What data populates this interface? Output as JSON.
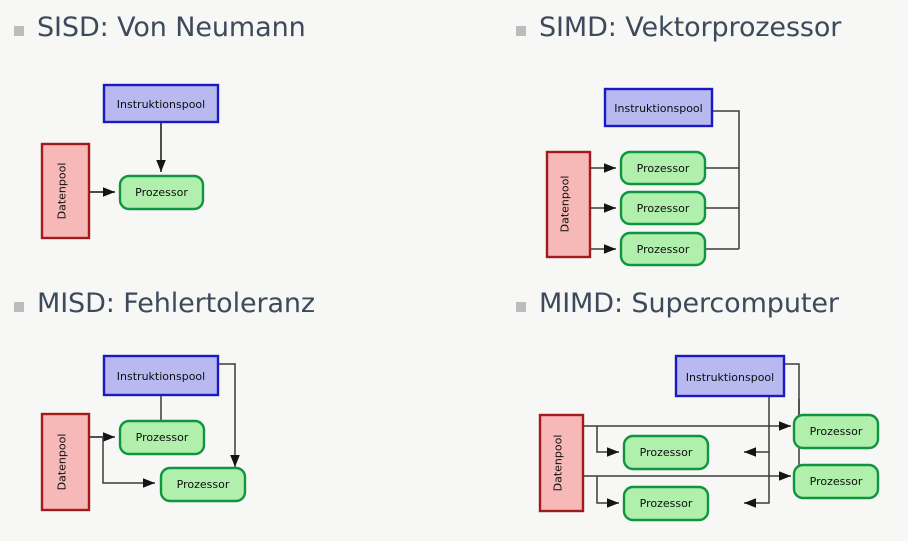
{
  "slide": {
    "background_color": "#f7f7f5",
    "heading_color": "#3d4a5c",
    "bullet_color": "#bcbcbc"
  },
  "palette": {
    "instruction_fill": "#b9b9f2",
    "instruction_border": "#1a1ac4",
    "data_fill": "#f7b8b8",
    "data_border": "#a01b1b",
    "processor_fill": "#b1f0ac",
    "processor_border": "#0f9442",
    "wire": "#3b3b3b"
  },
  "labels": {
    "instruction_pool": "Instruktionspool",
    "data_pool": "Datenpool",
    "processor": "Prozessor"
  },
  "quadrants": [
    {
      "id": "sisd",
      "heading": "SISD: Von Neumann",
      "instruction_pools": 1,
      "data_pools": 1,
      "processors": 1
    },
    {
      "id": "simd",
      "heading": "SIMD: Vektorprozessor",
      "instruction_pools": 1,
      "data_pools": 1,
      "processors": 3
    },
    {
      "id": "misd",
      "heading": "MISD: Fehlertoleranz",
      "instruction_pools": 1,
      "data_pools": 1,
      "processors": 2
    },
    {
      "id": "mimd",
      "heading": "MIMD: Supercomputer",
      "instruction_pools": 1,
      "data_pools": 1,
      "processors": 4
    }
  ]
}
